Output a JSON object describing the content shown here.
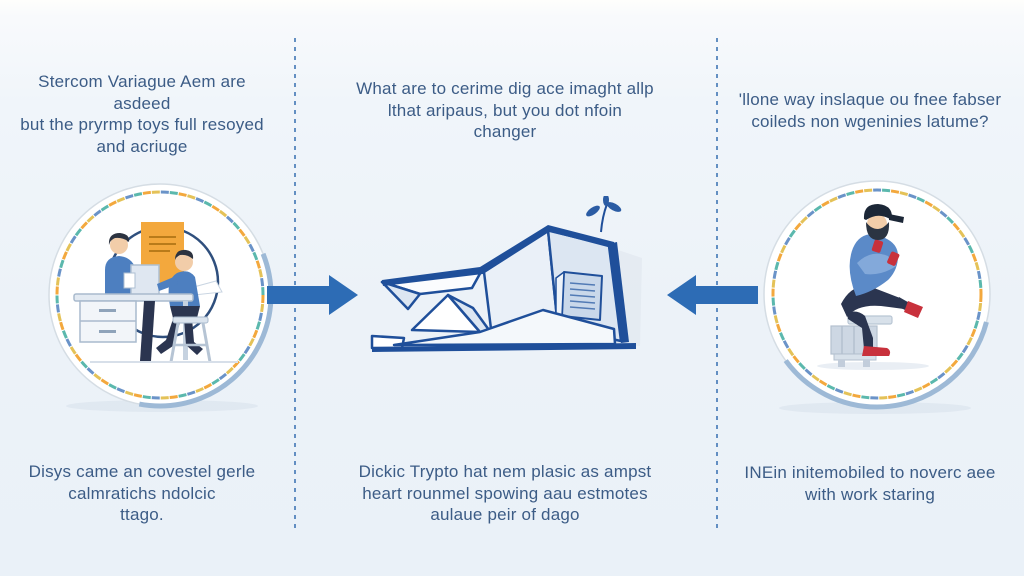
{
  "meta": {
    "kind": "three-step infographic with circular illustrations and central line-art building",
    "background": "#edf3f9"
  },
  "colors": {
    "text": "#3c5c86",
    "arrow_blue": "#2d6cb5",
    "divider_blue": "#4a7db8",
    "line_art_blue": "#1f4f9a",
    "accent_orange": "#f3a83d",
    "accent_teal": "#5bb8ad",
    "person_blue": "#4d7fc0",
    "dark_navy": "#2b3550",
    "shoe_red": "#c8313c"
  },
  "panels": {
    "left": {
      "top_text": [
        "Stercom Variague Aem are asdeed",
        "but the pryrmp toys full resoyed",
        "and acriuge"
      ],
      "bottom_text": [
        "Disys came an covestel gerle",
        "calmratichs ndolcic",
        "ttago."
      ],
      "illustration": "two-people-working-at-desk-in-dashed-circle"
    },
    "center": {
      "top_text": [
        "What are to cerime dig ace imaght allp",
        "lthat aripaus, but you dot nfoin",
        "changer"
      ],
      "bottom_text": [
        "Dickic Trypto hat nem plasic as ampst",
        "heart rounmel spowing aau estmotes",
        "aulaue peir of dago"
      ],
      "illustration": "abstract-angular-house-line-art-with-plant-and-document"
    },
    "right": {
      "top_text": [
        "'llone way inslaque ou fnee fabser",
        "coileds non wgeninies latume?"
      ],
      "bottom_text": [
        "INEin initemobiled to noverc aee",
        "with work staring"
      ],
      "illustration": "bearded-man-with-cap-sitting-on-stool-in-dashed-circle"
    }
  },
  "arrows": [
    {
      "name": "left-to-center",
      "direction": "right"
    },
    {
      "name": "right-to-center",
      "direction": "left"
    }
  ]
}
